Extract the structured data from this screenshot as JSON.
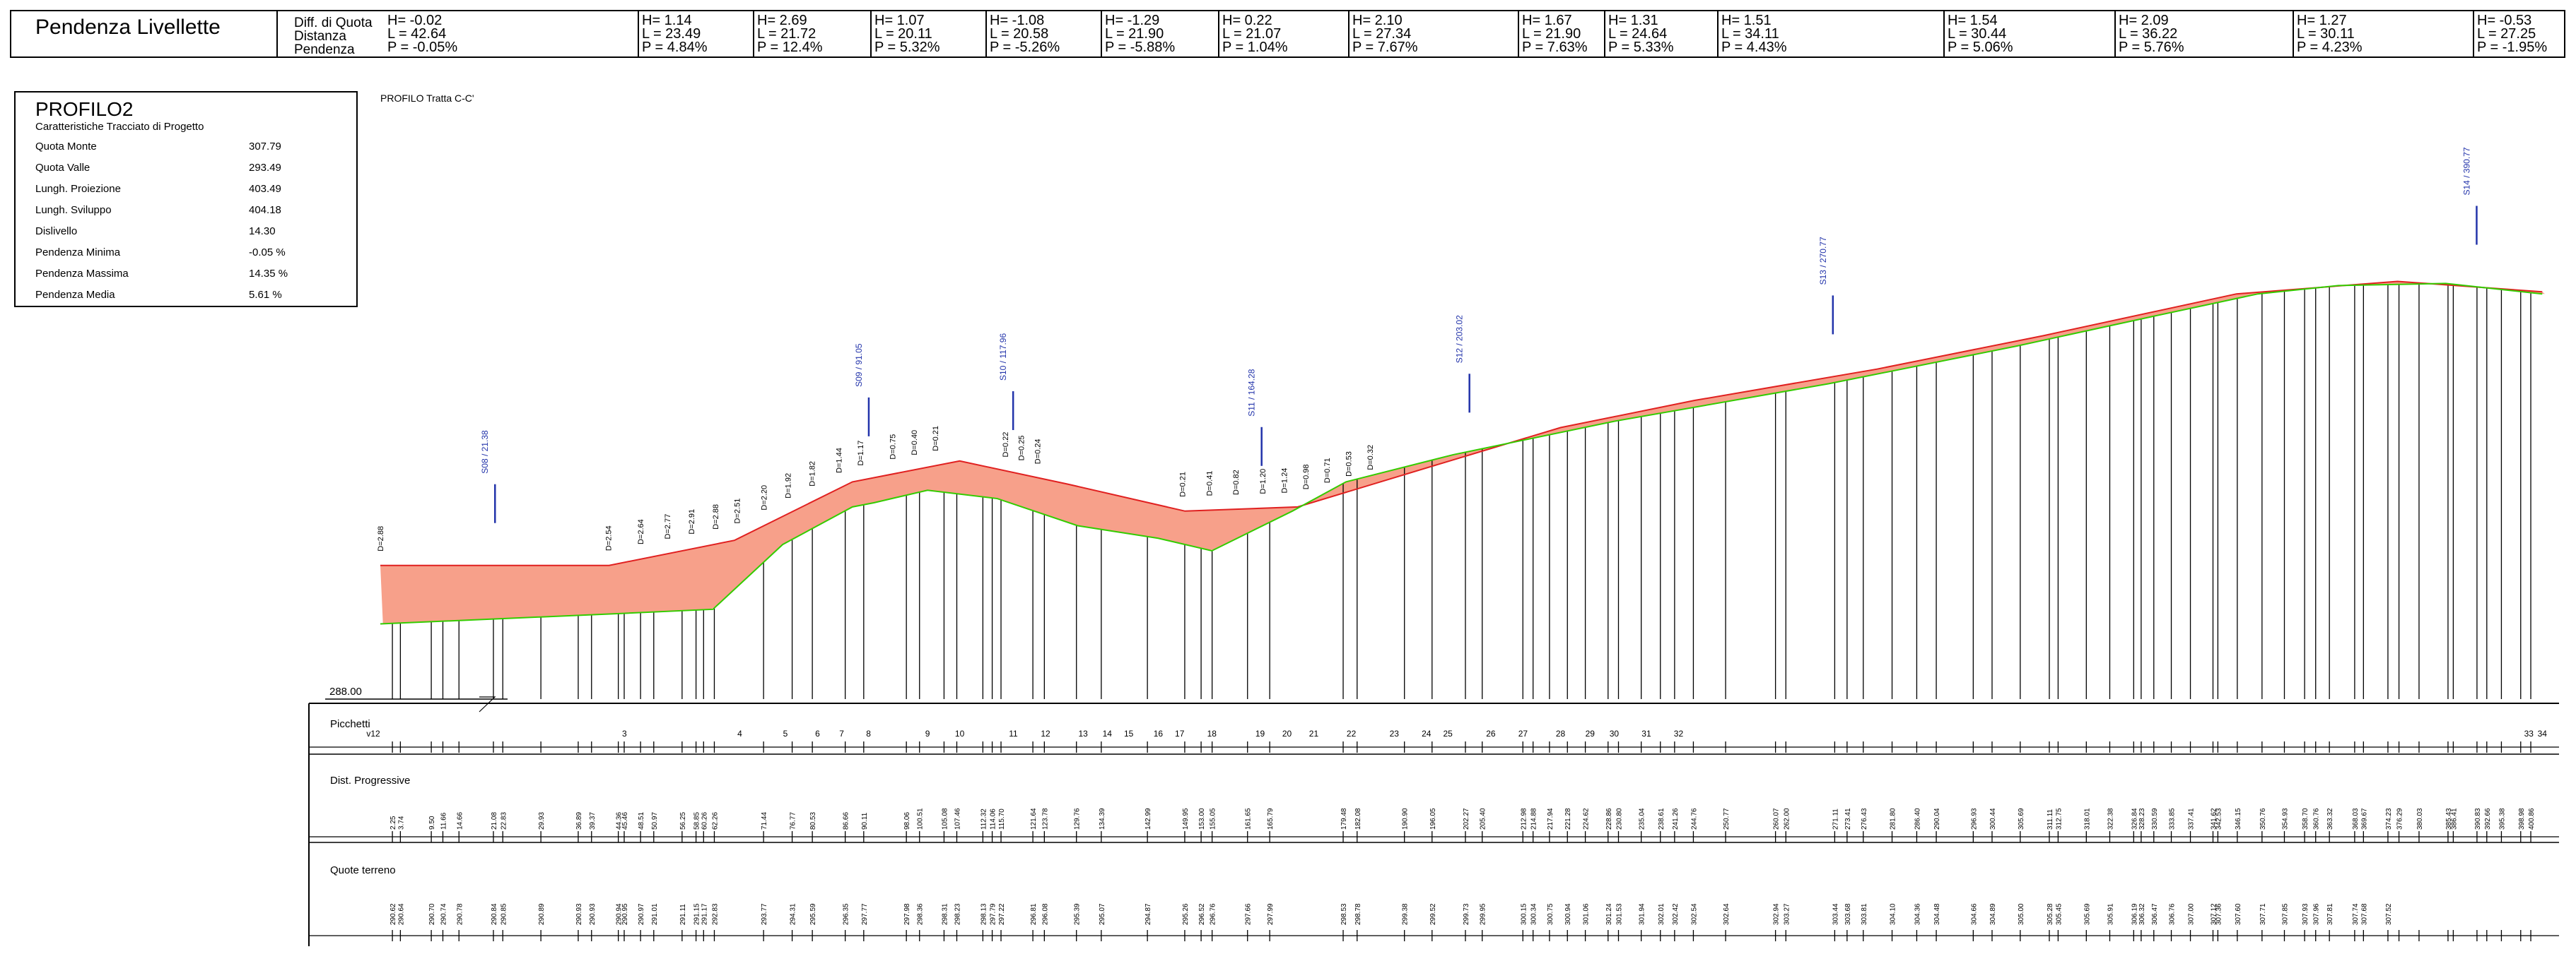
{
  "header": {
    "title": "Pendenza Livellette",
    "labels": [
      "Diff. di Quota",
      "Distanza",
      "Pendenza"
    ],
    "segments": [
      {
        "h": "H= -0.02",
        "l": "L = 42.64",
        "p": "P = -0.05%"
      },
      {
        "h": "H= 1.14",
        "l": "L = 23.49",
        "p": "P = 4.84%"
      },
      {
        "h": "H= 2.69",
        "l": "L = 21.72",
        "p": "P = 12.4%"
      },
      {
        "h": "H= 1.07",
        "l": "L = 20.11",
        "p": "P = 5.32%"
      },
      {
        "h": "H= -1.08",
        "l": "L = 20.58",
        "p": "P = -5.26%"
      },
      {
        "h": "H= -1.29",
        "l": "L = 21.90",
        "p": "P = -5.88%"
      },
      {
        "h": "H= 0.22",
        "l": "L = 21.07",
        "p": "P = 1.04%"
      },
      {
        "h": "H= 2.10",
        "l": "L = 27.34",
        "p": "P = 7.67%"
      },
      {
        "h": "H= 1.67",
        "l": "L = 21.90",
        "p": "P = 7.63%"
      },
      {
        "h": "H= 1.31",
        "l": "L = 24.64",
        "p": "P = 5.33%"
      },
      {
        "h": "H= 1.51",
        "l": "L = 34.11",
        "p": "P = 4.43%"
      },
      {
        "h": "H= 1.54",
        "l": "L = 30.44",
        "p": "P = 5.06%"
      },
      {
        "h": "H= 2.09",
        "l": "L = 36.22",
        "p": "P = 5.76%"
      },
      {
        "h": "H= 1.27",
        "l": "L = 30.11",
        "p": "P = 4.23%"
      },
      {
        "h": "H= -0.53",
        "l": "L = 27.25",
        "p": "P = -1.95%"
      }
    ]
  },
  "profile": {
    "name": "PROFILO2",
    "subtitle": "Caratteristiche Tracciato di Progetto",
    "rows": [
      {
        "label": "Quota Monte",
        "value": "307.79"
      },
      {
        "label": "Quota Valle",
        "value": "293.49"
      },
      {
        "label": "Lungh. Proiezione",
        "value": "403.49"
      },
      {
        "label": "Lungh. Sviluppo",
        "value": "404.18"
      },
      {
        "label": "Dislivello",
        "value": "14.30"
      },
      {
        "label": "Pendenza Minima",
        "value": "-0.05 %"
      },
      {
        "label": "Pendenza Massima",
        "value": "14.35 %"
      },
      {
        "label": "Pendenza Media",
        "value": "5.61 %"
      }
    ]
  },
  "plot_title": "PROFILO Tratta C-C'",
  "datum": "288.00",
  "section_labels": {
    "picchetti": "Picchetti",
    "dist": "Dist. Progressive",
    "quote": "Quote terreno"
  },
  "colors": {
    "fill": "#F7A08A",
    "terrain": "#33CC00",
    "project": "#E02020",
    "vertex": "#2233AA"
  },
  "chart_data": {
    "type": "line",
    "xlabel": "",
    "ylabel": "",
    "terrain": [
      [
        0,
        291.6
      ],
      [
        45,
        292.1
      ],
      [
        62,
        292.3
      ],
      [
        75,
        295.4
      ],
      [
        88,
        297.2
      ],
      [
        92,
        297.4
      ],
      [
        102,
        298.0
      ],
      [
        115,
        297.6
      ],
      [
        130,
        296.3
      ],
      [
        145,
        295.7
      ],
      [
        155,
        295.1
      ],
      [
        170,
        297.0
      ],
      [
        180,
        298.4
      ],
      [
        200,
        299.7
      ],
      [
        230,
        301.3
      ],
      [
        270,
        303.1
      ],
      [
        305,
        304.9
      ],
      [
        330,
        306.3
      ],
      [
        350,
        307.4
      ],
      [
        365,
        307.8
      ],
      [
        385,
        307.9
      ],
      [
        403,
        307.4
      ]
    ],
    "project": [
      [
        0,
        294.4
      ],
      [
        42.64,
        294.4
      ],
      [
        66,
        295.6
      ],
      [
        88,
        298.4
      ],
      [
        108,
        299.4
      ],
      [
        128,
        298.3
      ],
      [
        150,
        297.0
      ],
      [
        171,
        297.2
      ],
      [
        198,
        299.3
      ],
      [
        220,
        301.0
      ],
      [
        245,
        302.3
      ],
      [
        279,
        303.8
      ],
      [
        310,
        305.4
      ],
      [
        346,
        307.4
      ],
      [
        376,
        308.0
      ],
      [
        403,
        307.5
      ]
    ],
    "vertices": [
      "S08 / 21.38",
      "S09 / 91.05",
      "S10 / 117.96",
      "S11 / 164.28",
      "S12 / 203.02",
      "S13 / 270.77",
      "S14 / 390.77"
    ],
    "fill_depths": [
      "D=2.88",
      "D=2.54",
      "D=2.64",
      "D=2.77",
      "D=2.91",
      "D=2.88",
      "D=2.51",
      "D=2.20",
      "D=1.92",
      "D=1.82",
      "D=1.44",
      "D=1.17",
      "D=0.75",
      "D=0.40",
      "D=0.21",
      "D=0.22",
      "D=0.25",
      "D=0.24",
      "D=0.21",
      "D=0.41",
      "D=0.82",
      "D=1.20",
      "D=1.24",
      "D=0.98",
      "D=0.71",
      "D=0.53",
      "D=0.32"
    ],
    "picchetti": [
      "v12",
      "3",
      "4",
      "5",
      "6",
      "7",
      "8",
      "9",
      "10",
      "11",
      "12",
      "13",
      "14",
      "15",
      "16",
      "17",
      "18",
      "19",
      "20",
      "21",
      "22",
      "23",
      "24",
      "25",
      "26",
      "27",
      "28",
      "29",
      "30",
      "31",
      "32",
      "33",
      "34"
    ],
    "dist_progressive": [
      "2.25",
      "3.74",
      "9.50",
      "11.66",
      "14.66",
      "21.08",
      "22.83",
      "29.93",
      "36.89",
      "39.37",
      "44.36",
      "45.46",
      "48.51",
      "50.97",
      "56.25",
      "58.85",
      "60.26",
      "62.26",
      "71.44",
      "76.77",
      "80.53",
      "86.66",
      "90.11",
      "98.06",
      "100.51",
      "105.08",
      "107.46",
      "112.32",
      "114.06",
      "115.70",
      "121.64",
      "123.78",
      "129.76",
      "134.39",
      "142.99",
      "149.95",
      "153.00",
      "155.05",
      "161.65",
      "165.79",
      "179.48",
      "182.08",
      "190.90",
      "196.05",
      "202.27",
      "205.40",
      "212.98",
      "214.88",
      "217.94",
      "221.28",
      "224.62",
      "228.86",
      "230.80",
      "235.04",
      "238.61",
      "241.26",
      "244.76",
      "250.77",
      "260.07",
      "262.00",
      "271.11",
      "273.41",
      "276.43",
      "281.80",
      "286.40",
      "290.04",
      "296.93",
      "300.44",
      "305.69",
      "311.11",
      "312.75",
      "318.01",
      "322.38",
      "326.84",
      "328.23",
      "330.59",
      "333.85",
      "337.41",
      "341.62",
      "342.53",
      "346.15",
      "350.76",
      "354.93",
      "358.70",
      "360.76",
      "363.32",
      "368.03",
      "369.67",
      "374.23",
      "376.29",
      "380.03",
      "385.43",
      "386.41",
      "390.83",
      "392.66",
      "395.38",
      "398.98",
      "400.86"
    ],
    "quote_terreno": [
      "290.62",
      "290.64",
      "290.70",
      "290.74",
      "290.78",
      "290.84",
      "290.85",
      "290.89",
      "290.93",
      "290.93",
      "290.94",
      "290.95",
      "290.97",
      "291.01",
      "291.11",
      "291.15",
      "291.17",
      "292.83",
      "293.77",
      "294.31",
      "295.59",
      "296.35",
      "297.77",
      "297.98",
      "298.36",
      "298.31",
      "298.23",
      "298.13",
      "297.79",
      "297.22",
      "296.81",
      "296.08",
      "295.39",
      "295.07",
      "294.87",
      "295.26",
      "296.52",
      "296.76",
      "297.66",
      "297.99",
      "298.53",
      "298.78",
      "299.38",
      "299.52",
      "299.73",
      "299.95",
      "300.15",
      "300.34",
      "300.75",
      "300.94",
      "301.06",
      "301.24",
      "301.53",
      "301.94",
      "302.01",
      "302.42",
      "302.54",
      "302.64",
      "302.94",
      "303.27",
      "303.44",
      "303.68",
      "303.81",
      "304.10",
      "304.36",
      "304.48",
      "304.66",
      "304.89",
      "305.00",
      "305.28",
      "305.45",
      "305.69",
      "305.91",
      "306.19",
      "306.32",
      "306.47",
      "306.76",
      "307.00",
      "307.12",
      "307.36",
      "307.60",
      "307.71",
      "307.85",
      "307.93",
      "307.96",
      "307.81",
      "307.74",
      "307.68",
      "307.52"
    ]
  }
}
